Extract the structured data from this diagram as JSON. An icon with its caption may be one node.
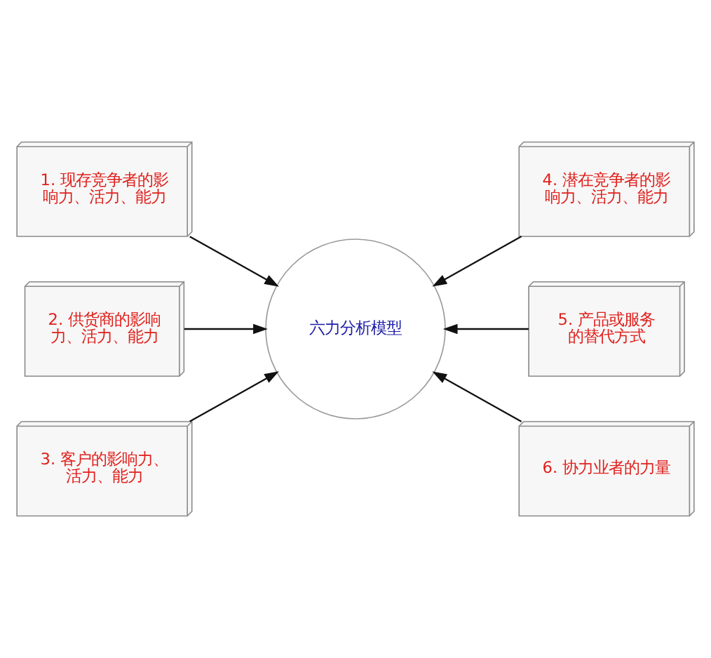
{
  "diagram": {
    "nodes": [
      {
        "text": [
          "1. 现存竞争者的影响力、活力、能力"
        ]
      },
      {
        "text": [
          "4. 潜在竞争者的影响力、活力、能力"
        ]
      },
      {
        "text": [
          "2. 供货商的影响力、活力、能力"
        ]
      },
      {
        "text": [
          "六力分析模型"
        ]
      },
      {
        "text": [
          "5. 产品或服务的替代方式"
        ]
      },
      {
        "text": [
          "3. 客户的影响力、活力、能力"
        ]
      },
      {
        "text": [
          "6. 协力业者的力量"
        ]
      }
    ],
    "edges": [
      {
        "from": 0,
        "to": 3,
        "arrow": "to"
      },
      {
        "from": 1,
        "to": 3,
        "arrow": "to"
      },
      {
        "from": 2,
        "to": 3,
        "arrow": "to"
      },
      {
        "from": 4,
        "to": 3,
        "arrow": "to"
      },
      {
        "from": 5,
        "to": 3,
        "arrow": "to"
      },
      {
        "from": 6,
        "to": 3,
        "arrow": "to"
      }
    ]
  }
}
